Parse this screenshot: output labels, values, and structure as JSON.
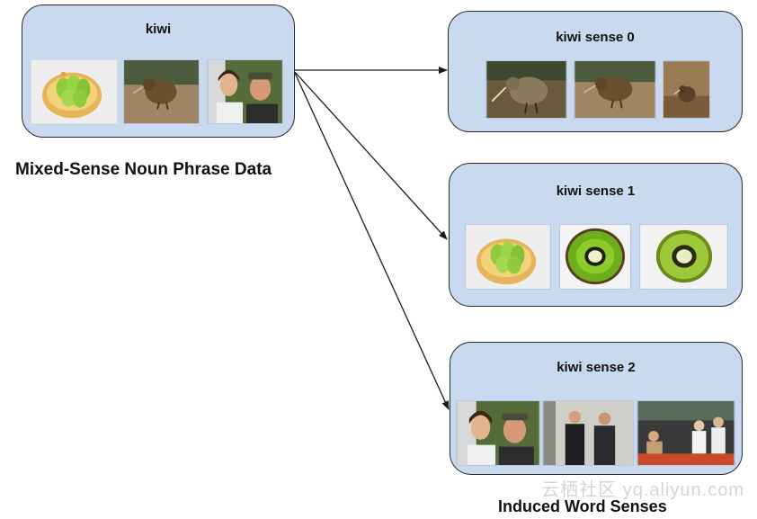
{
  "source": {
    "title": "kiwi",
    "caption": "Mixed-Sense Noun Phrase Data",
    "images": [
      "kiwi-tart-photo",
      "kiwi-bird-photo",
      "couple-selfie-photo"
    ]
  },
  "senses": [
    {
      "title": "kiwi sense 0",
      "images": [
        "kiwi-bird-burrow-photo",
        "kiwi-bird-photo",
        "kiwi-chick-photo"
      ]
    },
    {
      "title": "kiwi sense 1",
      "images": [
        "kiwi-tart-photo",
        "kiwi-fruit-slice-photo",
        "kiwi-fruit-slice-photo"
      ]
    },
    {
      "title": "kiwi sense 2",
      "images": [
        "couple-selfie-photo",
        "two-men-suits-photo",
        "sports-crowd-photo"
      ]
    }
  ],
  "caption_senses": "Induced Word Senses",
  "watermark": "云栖社区 yq.aliyun.com",
  "colors": {
    "box_fill": "#c9d9ef",
    "box_border": "#2a2a2a",
    "arrow": "#1a1a1a"
  }
}
